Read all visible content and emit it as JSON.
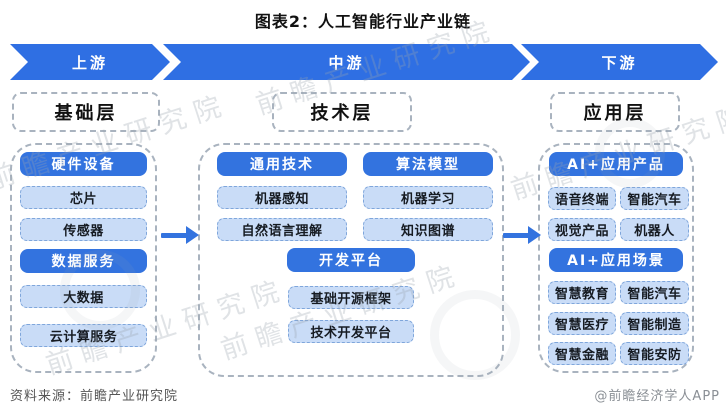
{
  "title": "图表2：人工智能行业产业链",
  "banner": {
    "upstream": "上游",
    "midstream": "中游",
    "downstream": "下游"
  },
  "foundation": {
    "layer_title": "基础层",
    "hardware": {
      "header": "硬件设备",
      "items": [
        "芯片",
        "传感器"
      ]
    },
    "data_service": {
      "header": "数据服务",
      "items": [
        "大数据",
        "云计算服务"
      ]
    }
  },
  "technology": {
    "layer_title": "技术层",
    "general": {
      "header": "通用技术",
      "items": [
        "机器感知",
        "自然语言理解"
      ]
    },
    "algorithm": {
      "header": "算法模型",
      "items": [
        "机器学习",
        "知识图谱"
      ]
    },
    "platform": {
      "header": "开发平台",
      "items": [
        "基础开源框架",
        "技术开发平台"
      ]
    }
  },
  "application": {
    "layer_title": "应用层",
    "products": {
      "header": "AI+应用产品",
      "items": [
        "语音终端",
        "智能汽车",
        "视觉产品",
        "机器人"
      ]
    },
    "scenes": {
      "header": "AI+应用场景",
      "items": [
        "智慧教育",
        "智能汽车",
        "智慧医疗",
        "智能制造",
        "智慧金融",
        "智能安防"
      ]
    }
  },
  "footer": {
    "source": "资料来源：前瞻产业研究院",
    "credit": "@前瞻经济学人APP"
  },
  "watermark_text": "前瞻产业研究院",
  "colors": {
    "banner_blue": "#2F6FE3",
    "header_blue": "#3373DF",
    "item_fill": "#C9DCF7",
    "item_border": "#7FA6DB",
    "container_border": "#A9B3BF"
  }
}
